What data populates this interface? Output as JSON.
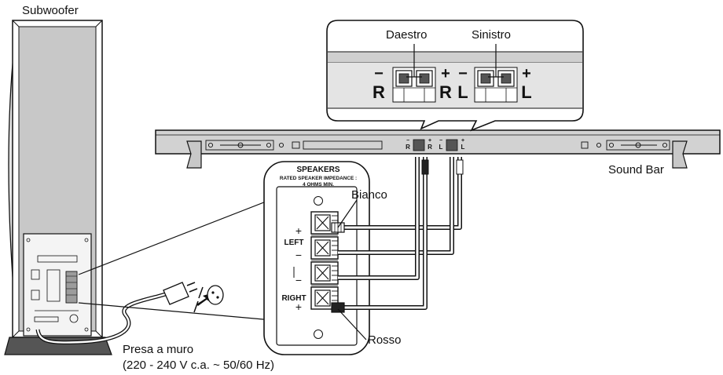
{
  "labels": {
    "subwoofer": "Subwoofer",
    "sound_bar": "Sound Bar",
    "right_terminal": "Daestro",
    "left_terminal": "Sinistro",
    "white_wire": "Bianco",
    "red_wire": "Rosso",
    "wall_outlet": "Presa a muro",
    "outlet_rating": "(220 - 240 V c.a. ~ 50/60 Hz)"
  },
  "panel": {
    "title": "SPEAKERS",
    "impedance_line1": "RATED SPEAKER IMPEDANCE :",
    "impedance_line2": "4 OHMS MIN.",
    "left": "LEFT",
    "right": "RIGHT",
    "plus": "+",
    "minus": "−"
  },
  "terminal_marks": {
    "minus": "−",
    "plus": "+",
    "r": "R",
    "l": "L"
  },
  "colors": {
    "line": "#111111",
    "housing_gray": "#c8c8c8",
    "bar_gray": "#d2d2d2",
    "callout_band": "#cfcfcf",
    "dark_gray": "#555555",
    "white_wire": "#ffffff",
    "red_wire_marker": "#222222"
  }
}
